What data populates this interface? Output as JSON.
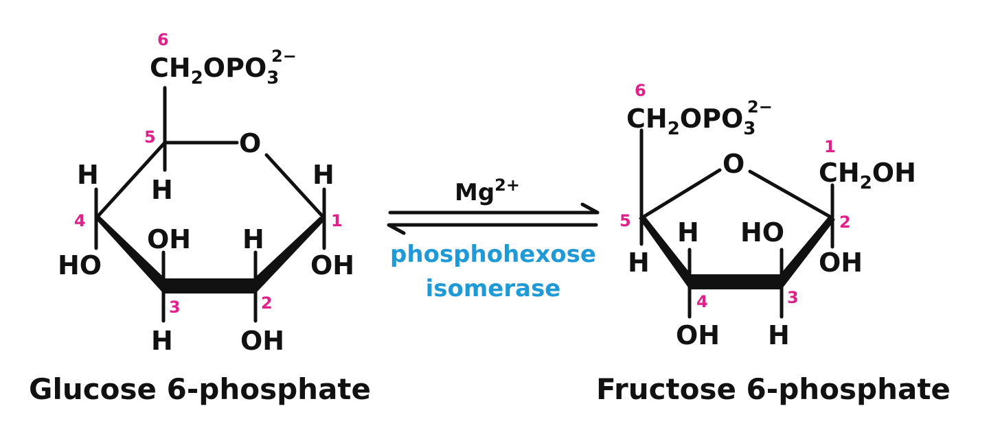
{
  "colors": {
    "atom_text": "#111111",
    "carbon_number": "#e0218a",
    "enzyme": "#1f9ad6"
  },
  "reaction": {
    "cofactor": "Mg",
    "cofactor_charge": "2+",
    "enzyme_line1": "phosphohexose",
    "enzyme_line2": "isomerase"
  },
  "glucose": {
    "name": "Glucose 6-phosphate",
    "group": {
      "a": "CH",
      "s1": "2",
      "b": "OPO",
      "s2": "3",
      "charge": "2−"
    },
    "ring_oxygen": "O",
    "H": "H",
    "OH": "OH",
    "HO": "HO",
    "numbers": [
      "1",
      "2",
      "3",
      "4",
      "5",
      "6"
    ]
  },
  "fructose": {
    "name": "Fructose 6-phosphate",
    "group": {
      "a": "CH",
      "s1": "2",
      "b": "OPO",
      "s2": "3",
      "charge": "2−"
    },
    "c1_group": {
      "a": "CH",
      "s1": "2",
      "b": "OH"
    },
    "ring_oxygen": "O",
    "H": "H",
    "OH": "OH",
    "HO": "HO",
    "numbers": [
      "1",
      "2",
      "3",
      "4",
      "5",
      "6"
    ]
  }
}
